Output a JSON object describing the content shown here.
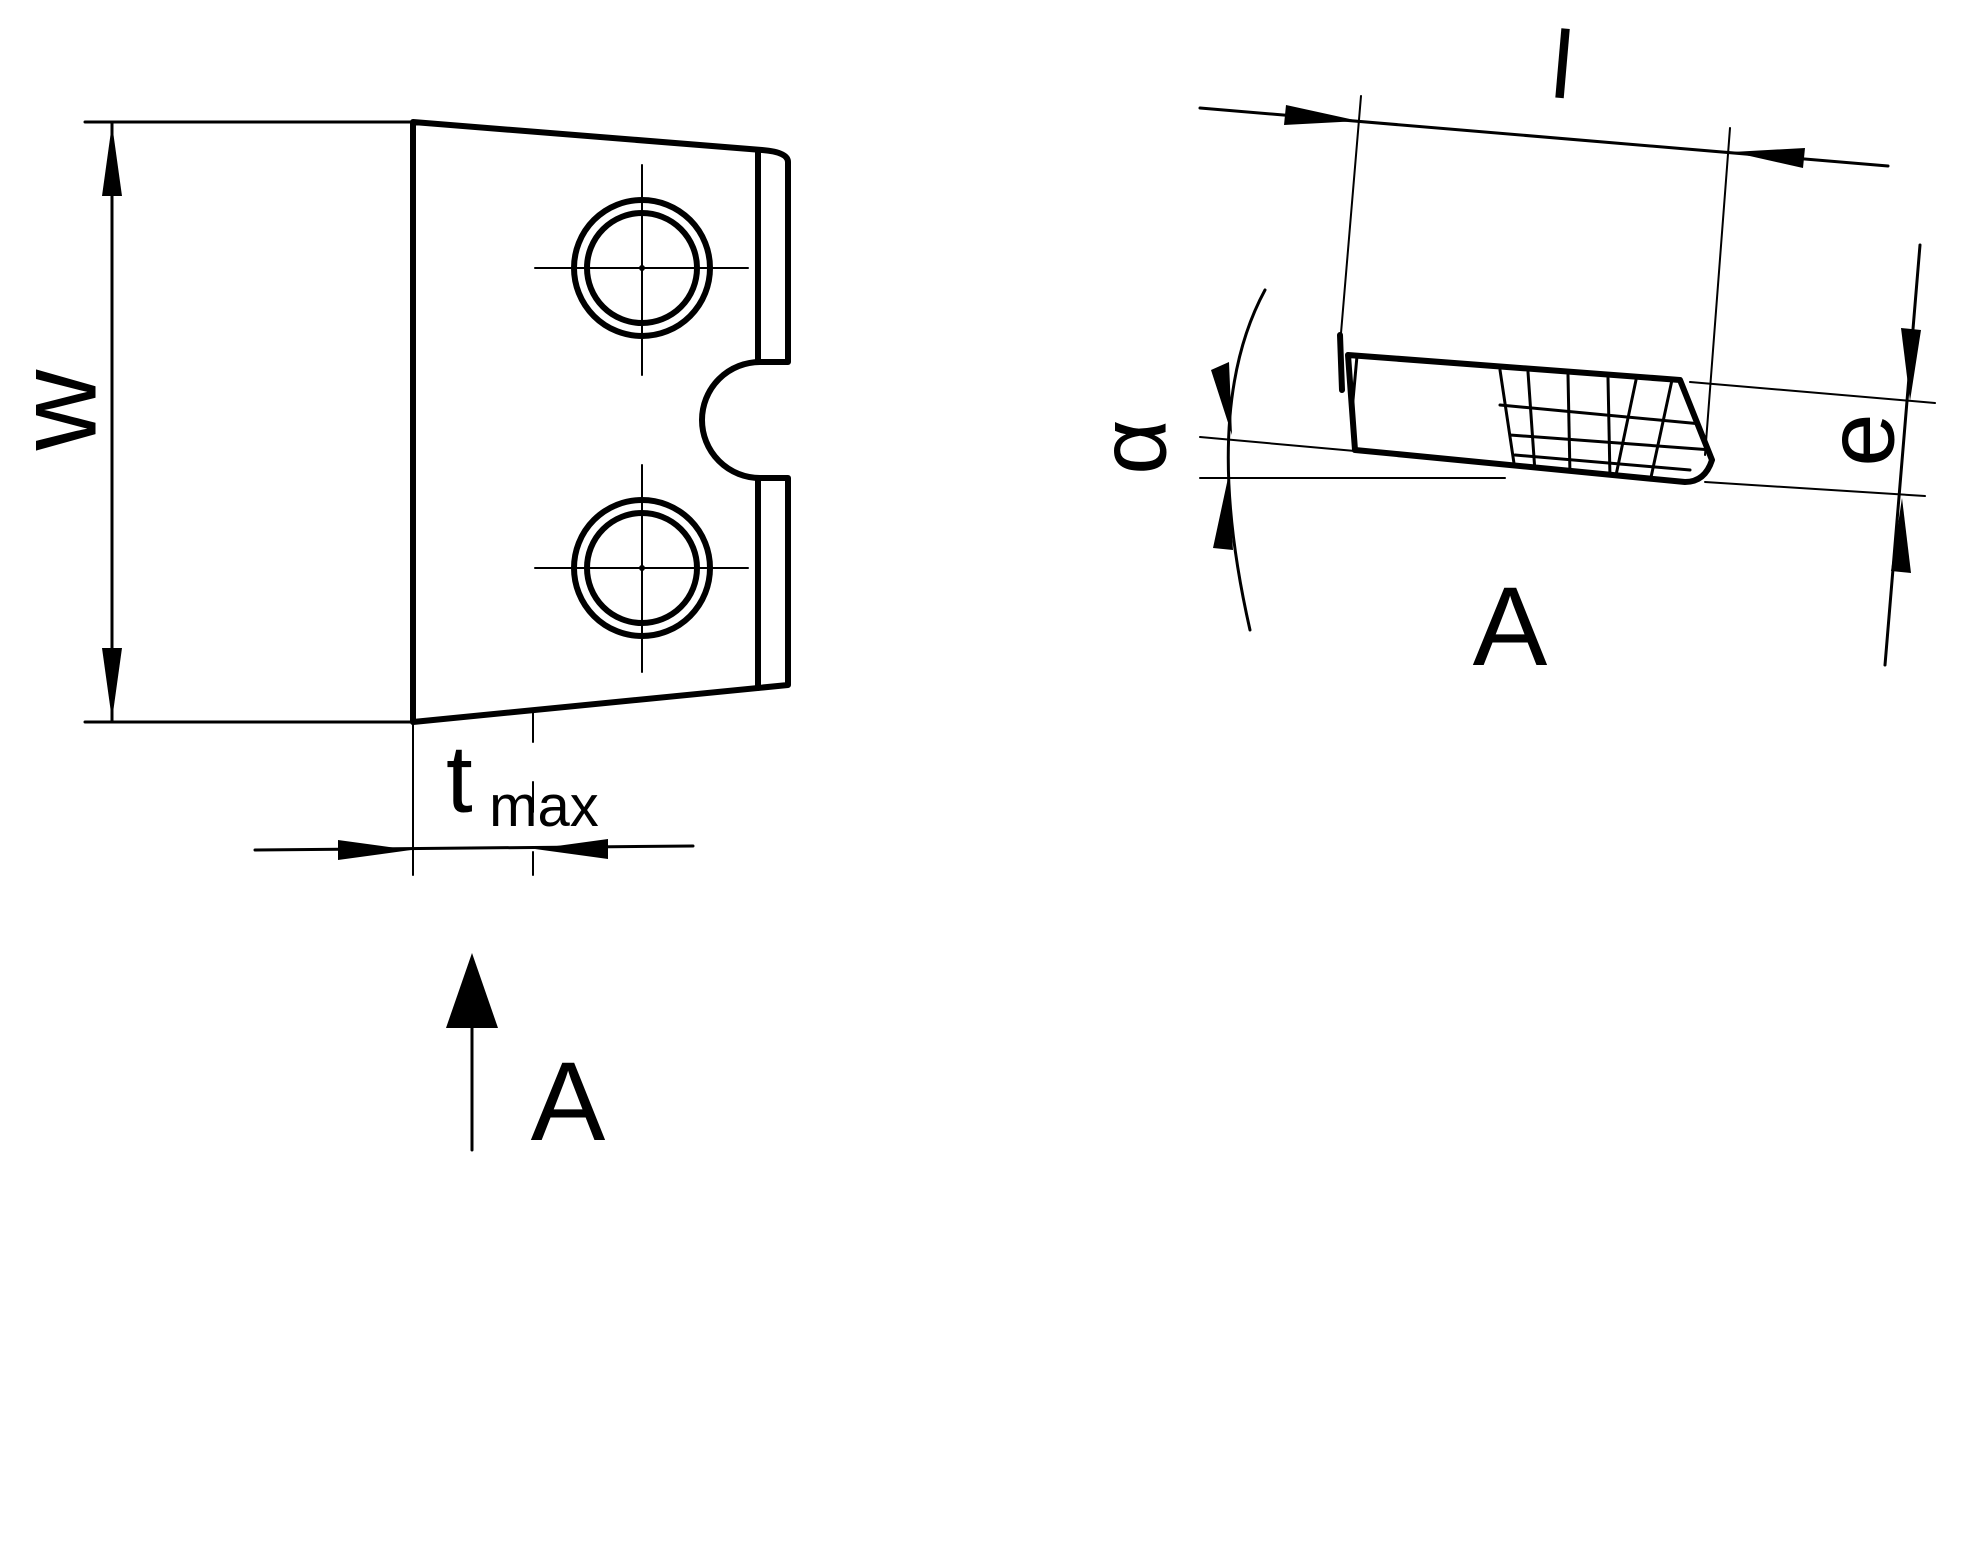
{
  "colors": {
    "insert_fill": "#ffff00",
    "line": "#000000",
    "hole_fill": "#ffffff",
    "background": "#ffffff"
  },
  "top_view": {
    "width_label": "w",
    "thickness_label": "t",
    "thickness_subscript": "max",
    "view_arrow_label": "A"
  },
  "side_view": {
    "view_title": "A",
    "length_label": "l",
    "height_label": "e",
    "angle_label": "α"
  }
}
